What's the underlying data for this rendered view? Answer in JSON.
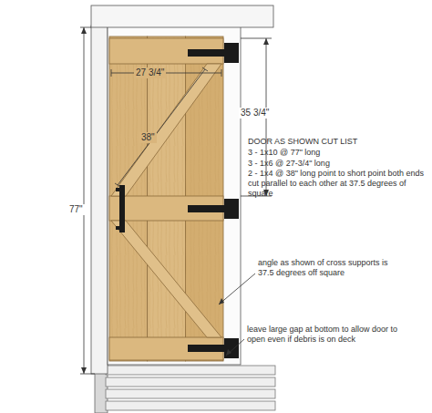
{
  "diagram": {
    "labels": [
      "27 3/4\"",
      "38\"",
      "35 3/4\"",
      "77\"",
      "DOOR AS SHOWN CUT LIST",
      "3 - 1x10 @ 77\" long",
      "3 - 1x6 @ 27-3/4\" long",
      "2 - 1x4 @ 38\" long point to short point both ends cut parallel to each other at 37.5 degrees of square",
      "angle as shown of cross supports is 37.5 degrees off square",
      "leave large gap at bottom to allow door to open even if debris is on deck"
    ]
  }
}
